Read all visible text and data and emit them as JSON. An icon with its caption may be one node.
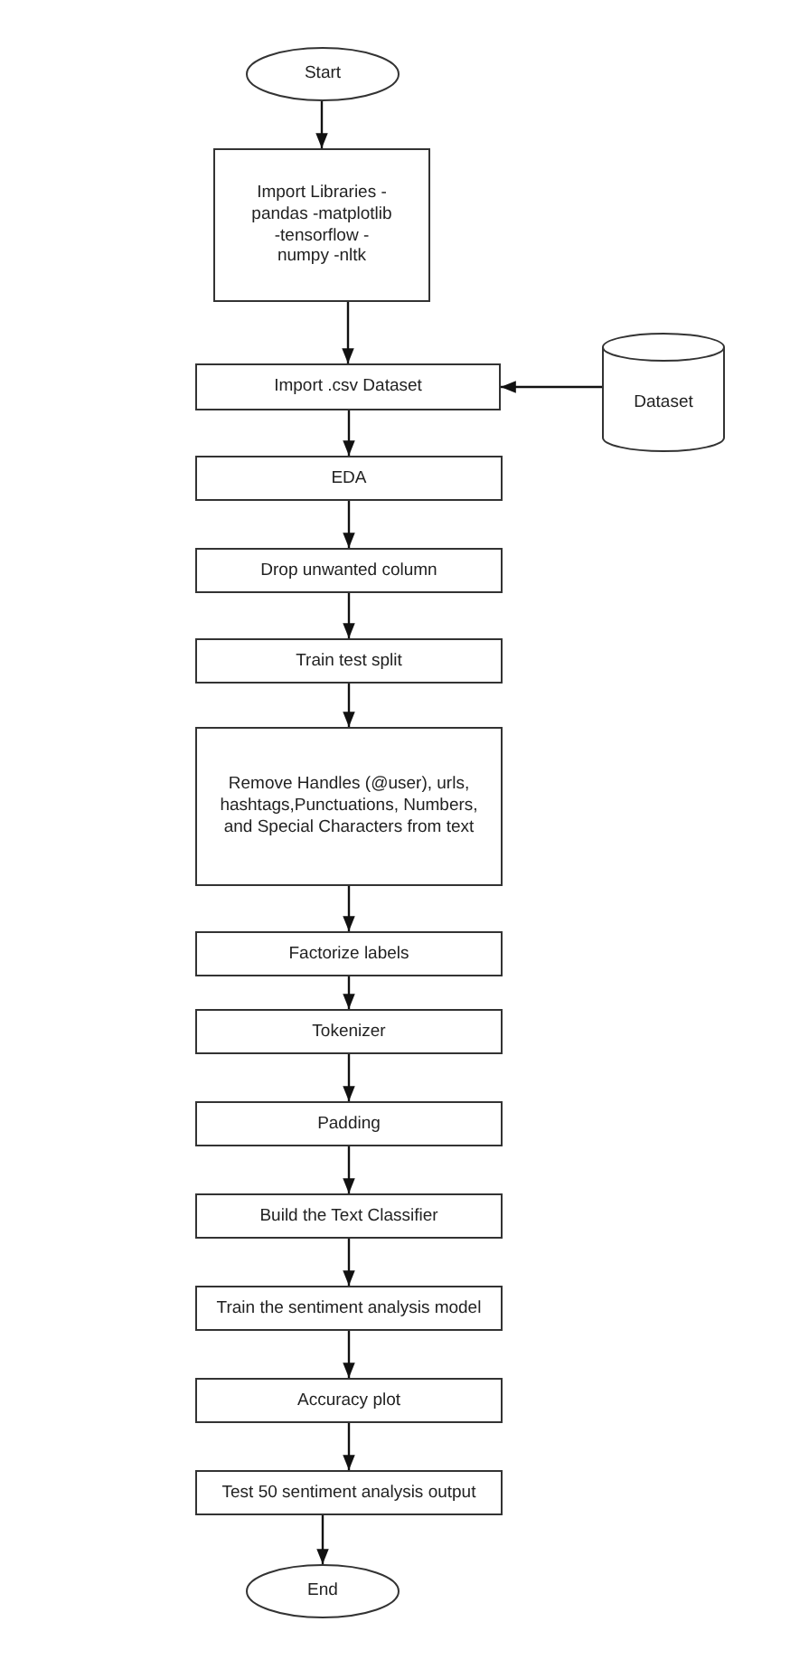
{
  "diagram": {
    "nodes": [
      {
        "text": [
          "Start"
        ]
      },
      {
        "text": [
          "Import Libraries -pandas -matplotlib -tensorflow -numpy -nltk"
        ]
      },
      {
        "text": [
          "Import .csv Dataset"
        ]
      },
      {
        "text": [
          "Dataset"
        ]
      },
      {
        "text": [
          "EDA"
        ]
      },
      {
        "text": [
          "Drop unwanted column"
        ]
      },
      {
        "text": [
          "Train test split"
        ]
      },
      {
        "text": [
          "Remove Handles (@user), urls, hashtags,Punctuations, Numbers, and Special Characters from text"
        ]
      },
      {
        "text": [
          "Factorize labels"
        ]
      },
      {
        "text": [
          "Tokenizer"
        ]
      },
      {
        "text": [
          "Padding"
        ]
      },
      {
        "text": [
          "Build the Text Classifier"
        ]
      },
      {
        "text": [
          "Train the sentiment analysis model"
        ]
      },
      {
        "text": [
          "Accuracy plot"
        ]
      },
      {
        "text": [
          "Test 50 sentiment analysis output"
        ]
      },
      {
        "text": [
          "End"
        ]
      }
    ],
    "edges": [
      {
        "from": 0,
        "to": 1,
        "arrow": "to"
      },
      {
        "from": 1,
        "to": 2,
        "arrow": "to"
      },
      {
        "from": 3,
        "to": 2,
        "arrow": "to"
      },
      {
        "from": 2,
        "to": 4,
        "arrow": "to"
      },
      {
        "from": 4,
        "to": 5,
        "arrow": "to"
      },
      {
        "from": 5,
        "to": 6,
        "arrow": "to"
      },
      {
        "from": 6,
        "to": 7,
        "arrow": "to"
      },
      {
        "from": 7,
        "to": 8,
        "arrow": "to"
      },
      {
        "from": 8,
        "to": 9,
        "arrow": "to"
      },
      {
        "from": 9,
        "to": 10,
        "arrow": "to"
      },
      {
        "from": 10,
        "to": 11,
        "arrow": "to"
      },
      {
        "from": 11,
        "to": 12,
        "arrow": "to"
      },
      {
        "from": 12,
        "to": 13,
        "arrow": "to"
      },
      {
        "from": 13,
        "to": 14,
        "arrow": "to"
      },
      {
        "from": 14,
        "to": 15,
        "arrow": "to"
      }
    ]
  }
}
